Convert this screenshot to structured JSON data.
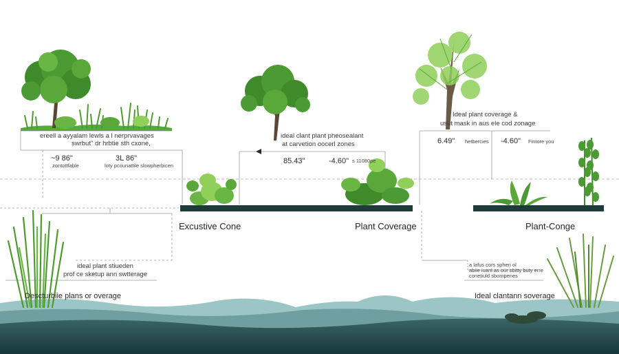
{
  "left_panel": {
    "caption_line1": "ereell a ayyalam lewls a l nerprvavages",
    "caption_line2": "swrbut\" dr hrbtie sth cxone,",
    "stat_a_value": "~9 86\"",
    "stat_a_label": "zontottfable",
    "stat_b_value": "3L 86\"",
    "stat_b_label": "loty pcounattile slowpherbicen"
  },
  "center_panel": {
    "caption_line1": "ideal clant plant pheosealant",
    "caption_line2": "at carvetion oocerl zones",
    "stat_a_value": "85.43\"",
    "stat_b_value": "-4.60\"",
    "stat_b_label": "s 11080pe"
  },
  "right_panel": {
    "caption_line1": "Ideal plant coverage &",
    "caption_line2": "usut mask in aus ele cod zonage",
    "stat_a_value": "6.49\"",
    "stat_a_label": "hetbercies",
    "stat_b_value": "-4.60\"",
    "stat_b_label": "Fintore you"
  },
  "zone_labels": {
    "executive": "Excustive Cone",
    "plant_coverage": "Plant Coverage",
    "plant_conge": "Plant-Conge"
  },
  "lower_notes": {
    "left_line1": "ideal plant stiueden",
    "left_line2": "prof ce sketup ann swtterage",
    "left_bottom": "Descturbiie plans or overage",
    "right_line1": "a lafus cors sphen ol",
    "right_line2": "abiie iuanl as our sbitty buty erre",
    "right_line3": "conetiuld sbompenes",
    "right_bottom": "Ideal clantann soverage"
  },
  "colors": {
    "leaf_dark": "#3f8a2a",
    "leaf_mid": "#5aa83a",
    "leaf_light": "#8fcf5a",
    "platform": "#1f3a3a",
    "water_dark": "#23474b",
    "water_light": "#9cc5c5",
    "guide_line": "#9a9a9a"
  },
  "icons": [
    "deciduous-tree-icon",
    "leafless-tree-icon",
    "shrub-icon",
    "grass-tuft-icon",
    "agave-icon",
    "tall-aquatic-plant-icon",
    "water-hills-icon"
  ]
}
